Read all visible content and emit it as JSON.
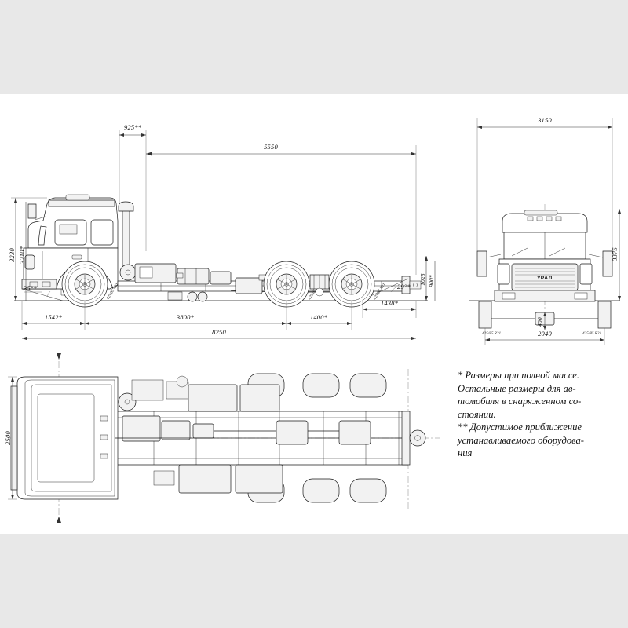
{
  "sheet": {
    "background": "#ffffff",
    "letterbox_color": "#e8e8e8",
    "line_color": "#1a1a1a"
  },
  "drawing": {
    "subject": "URAL 6x6 truck chassis",
    "brand_logo": "УРАЛ",
    "views": [
      {
        "name": "side-elevation",
        "position": "top-left"
      },
      {
        "name": "front-elevation",
        "position": "top-right"
      },
      {
        "name": "plan-view",
        "position": "bottom-left"
      }
    ]
  },
  "side_view": {
    "dimensions": {
      "overhang_front_equipment": "925**",
      "frame_rear_length": "5550",
      "height_overall": "3230",
      "height_laden": "3210*",
      "front_overhang": "1542*",
      "wheelbase": "3800*",
      "bogie_spacing": "1400*",
      "rear_overhang": "1438*",
      "overall_length": "8250",
      "rear_frame_height": "1025",
      "rear_frame_height_laden": "900*",
      "approach_angle": "35°*",
      "departure_angle": "29°*"
    },
    "tire_spec": "425/85 R21"
  },
  "front_view": {
    "dimensions": {
      "overall_width": "3150",
      "overall_height": "3375",
      "track_width": "2040",
      "ground_clearance": "400"
    }
  },
  "plan_view": {
    "dimensions": {
      "overall_width": "2500"
    }
  },
  "notes": {
    "line1": "* Размеры при полной массе.",
    "line2": "Остальные размеры для ав-",
    "line3": "томобиля в снаряженном со-",
    "line4": "стоянии.",
    "line5": "** Допустимое приближение",
    "line6": "устанавливаемого оборудова-",
    "line7": "ния"
  }
}
